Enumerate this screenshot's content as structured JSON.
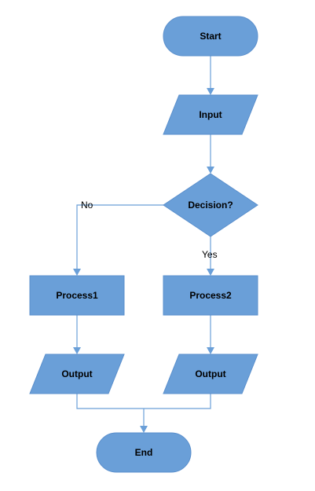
{
  "colors": {
    "node_fill": "#6a9fd8",
    "edge": "#6a9fd8",
    "text": "#000000"
  },
  "nodes": {
    "start": {
      "shape": "terminator",
      "label": "Start"
    },
    "input": {
      "shape": "parallelogram",
      "label": "Input"
    },
    "decision": {
      "shape": "diamond",
      "label": "Decision?"
    },
    "process1": {
      "shape": "rectangle",
      "label": "Process1"
    },
    "process2": {
      "shape": "rectangle",
      "label": "Process2"
    },
    "output1": {
      "shape": "parallelogram",
      "label": "Output"
    },
    "output2": {
      "shape": "parallelogram",
      "label": "Output"
    },
    "end": {
      "shape": "terminator",
      "label": "End"
    }
  },
  "edges": {
    "start_input": {
      "from": "start",
      "to": "input",
      "label": ""
    },
    "input_decision": {
      "from": "input",
      "to": "decision",
      "label": ""
    },
    "decision_no": {
      "from": "decision",
      "to": "process1",
      "label": "No"
    },
    "decision_yes": {
      "from": "decision",
      "to": "process2",
      "label": "Yes"
    },
    "process1_output1": {
      "from": "process1",
      "to": "output1",
      "label": ""
    },
    "process2_output2": {
      "from": "process2",
      "to": "output2",
      "label": ""
    },
    "outputs_end": {
      "from": "output1",
      "to": "end",
      "label": ""
    }
  }
}
